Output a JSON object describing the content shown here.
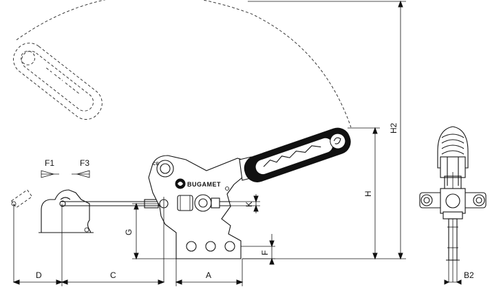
{
  "labels": {
    "f1": "F1",
    "f3": "F3",
    "d": "D",
    "c": "C",
    "a": "A",
    "b2": "B2",
    "g": "G",
    "f": "F",
    "k": "K",
    "h": "H",
    "h2": "H2"
  },
  "logo": {
    "brand": "BUGAMET"
  }
}
